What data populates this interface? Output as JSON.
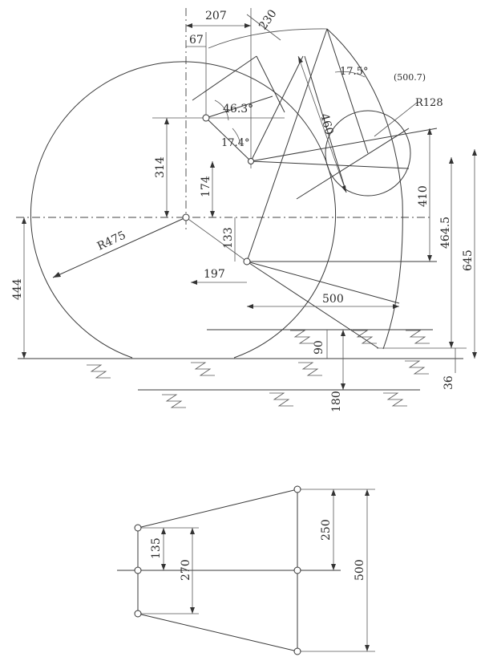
{
  "upper_mechanism": {
    "dims": {
      "d207": "207",
      "d230": "230",
      "d67": "67",
      "a463": "46.3°",
      "a175": "17.5°",
      "d5007": "(500.7)",
      "d460": "460",
      "r128": "R128",
      "a174b": "17.4°",
      "d314": "314",
      "d174": "174",
      "d410": "410",
      "d4645": "464.5",
      "d645": "645",
      "r475": "R475",
      "d444": "444",
      "d133": "133",
      "d197": "197",
      "d500": "500",
      "d90": "90",
      "d180": "180",
      "d36": "36"
    }
  },
  "lower_mechanism": {
    "dims": {
      "d135": "135",
      "d270": "270",
      "d250": "250",
      "d500": "500"
    }
  }
}
